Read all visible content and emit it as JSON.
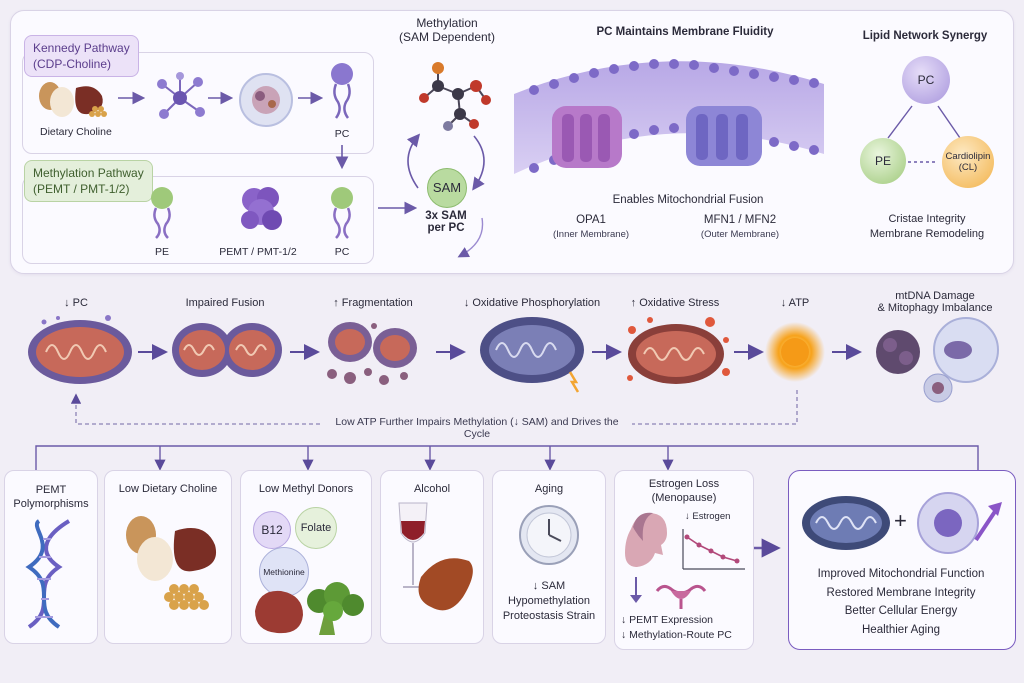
{
  "synthesis": {
    "kennedy_label": "Kennedy Pathway\n(CDP-Choline)",
    "kennedy_line1": "Kennedy Pathway",
    "kennedy_line2": "(CDP-Choline)",
    "dietary_choline": "Dietary Choline",
    "pc_top": "PC",
    "methylation_line1": "Methylation Pathway",
    "methylation_line2": "(PEMT / PMT-1/2)",
    "pe": "PE",
    "pemt": "PEMT / PMT-1/2",
    "pc_bottom": "PC"
  },
  "sam": {
    "title_line1": "Methylation",
    "title_line2": "(SAM Dependent)",
    "sam": "SAM",
    "ratio_line1": "3x SAM",
    "ratio_line2": "per PC"
  },
  "membrane": {
    "title": "PC Maintains Membrane Fluidity",
    "fusion": "Enables Mitochondrial Fusion",
    "opa1": "OPA1",
    "opa1_sub": "(Inner Membrane)",
    "mfn": "MFN1 / MFN2",
    "mfn_sub": "(Outer Membrane)"
  },
  "lipid": {
    "title": "Lipid Network Synergy",
    "pc": "PC",
    "pe": "PE",
    "cl_line1": "Cardiolipin",
    "cl_line2": "(CL)",
    "note1": "Cristae Integrity",
    "note2": "Membrane Remodeling"
  },
  "cascade": {
    "steps": [
      "↓ PC",
      "Impaired Fusion",
      "↑ Fragmentation",
      "↓ Oxidative Phosphorylation",
      "↑ Oxidative Stress",
      "↓ ATP"
    ],
    "final_line1": "mtDNA Damage",
    "final_line2": "& Mitophagy Imbalance",
    "feedback": "Low ATP Further Impairs Methylation (↓ SAM) and Drives the Cycle"
  },
  "factors": {
    "pemt_line1": "PEMT",
    "pemt_line2": "Polymorphisms",
    "choline": "Low Dietary Choline",
    "methyl": "Low Methyl Donors",
    "b12": "B12",
    "folate": "Folate",
    "methionine": "Methionine",
    "alcohol": "Alcohol",
    "aging": "Aging",
    "aging_1": "↓ SAM",
    "aging_2": "Hypomethylation",
    "aging_3": "Proteostasis Strain",
    "estrogen_line1": "Estrogen Loss",
    "estrogen_line2": "(Menopause)",
    "estrogen_curve": "↓ Estrogen",
    "estrogen_1": "↓ PEMT Expression",
    "estrogen_2": "↓ Methylation-Route PC"
  },
  "outcome": {
    "plus": "+",
    "items": [
      "Improved Mitochondrial Function",
      "Restored Membrane Integrity",
      "Better Cellular Energy",
      "Healthier Aging"
    ]
  },
  "colors": {
    "accent": "#7a5cc0",
    "pc_purple": "#9a86d6",
    "pe_green": "#9fc97a",
    "cardiolipin_orange": "#f2b24a",
    "background": "#f1eef6"
  }
}
